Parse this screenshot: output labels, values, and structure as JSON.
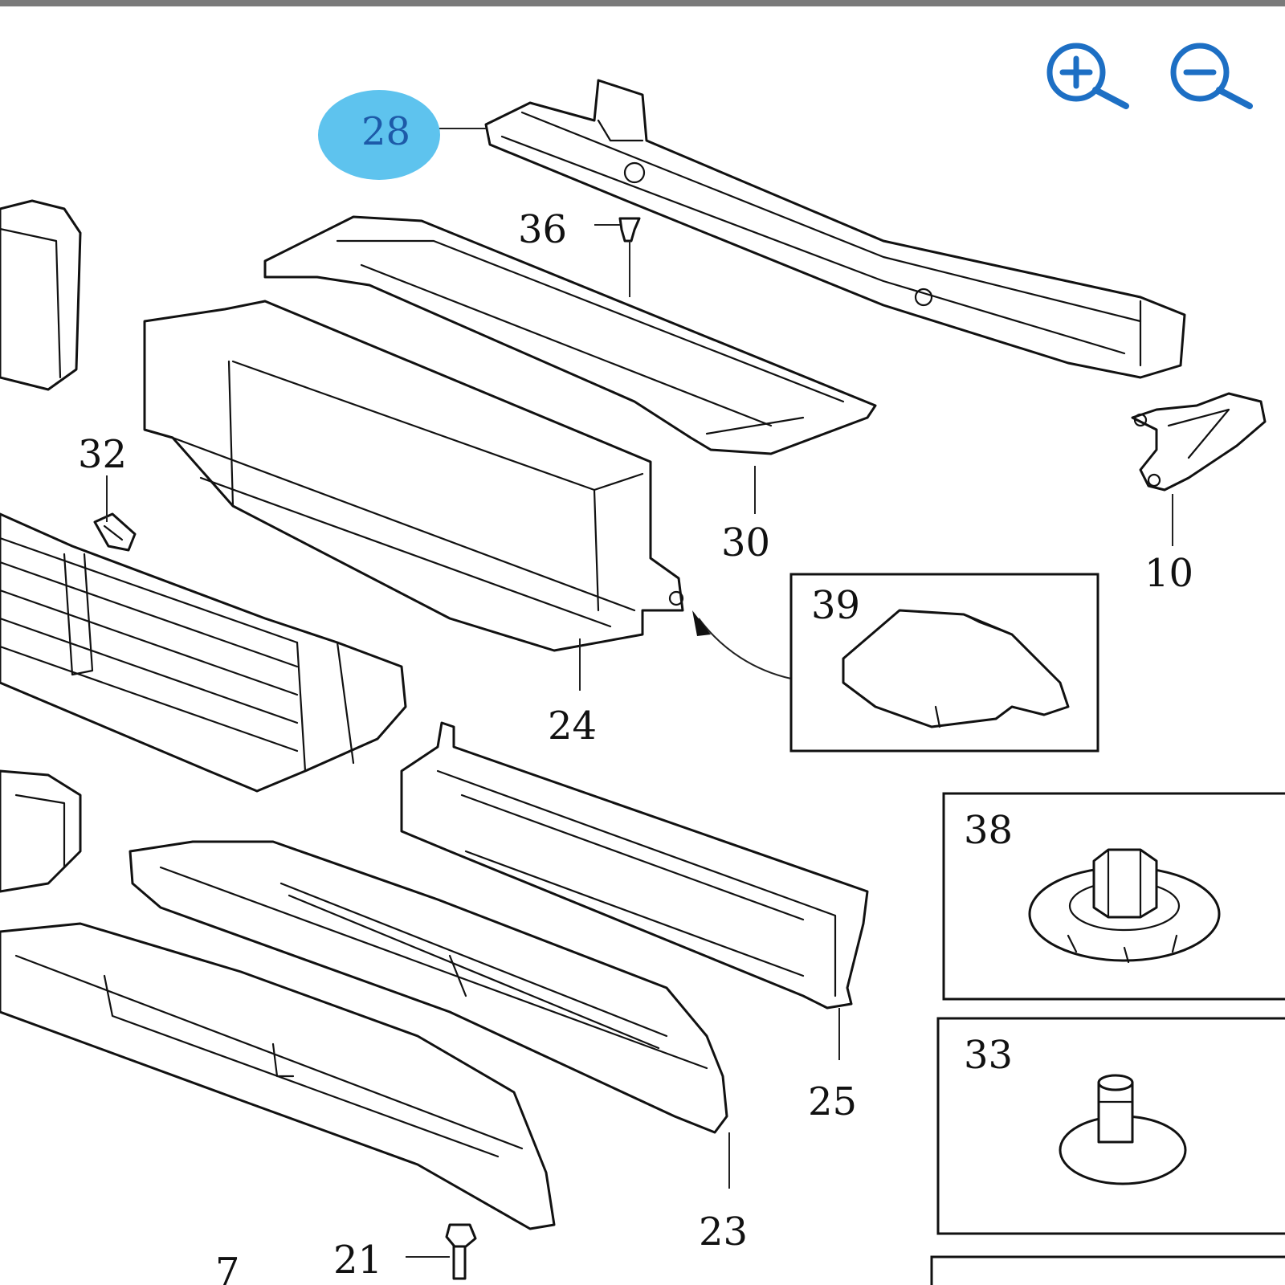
{
  "toolbar": {
    "zoom_in_icon": "zoom-in-icon",
    "zoom_out_icon": "zoom-out-icon",
    "icon_color": "#1d6fc4"
  },
  "highlight": {
    "part": "28",
    "color": "#5ec3ee"
  },
  "callouts": {
    "p28": "28",
    "p36": "36",
    "p32": "32",
    "p30": "30",
    "p10": "10",
    "p39": "39",
    "p24": "24",
    "p38": "38",
    "p33": "33",
    "p25": "25",
    "p23": "23",
    "p21": "21",
    "p7": "7"
  }
}
